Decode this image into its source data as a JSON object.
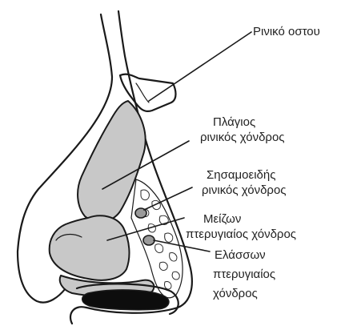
{
  "labels": {
    "nasal_bone": "Ρινικό οστου",
    "lateral_cartilage": [
      "Πλάγιος",
      "ρινικός χόνδρος"
    ],
    "sesamoid_cartilage": [
      "Σησαμοειδής",
      "ρινικός χόνδρος"
    ],
    "major_alar_cartilage": [
      "Μείζων",
      "πτερυγιαίος χόνδρος"
    ],
    "minor_alar_cartilage": [
      "Ελάσσων",
      "πτερυγιαίος",
      "χόνδρος"
    ]
  },
  "colors": {
    "cartilage_fill": "#c8c8c8",
    "nostril_fill": "#0d0d0d",
    "line": "#1a1a1a"
  }
}
